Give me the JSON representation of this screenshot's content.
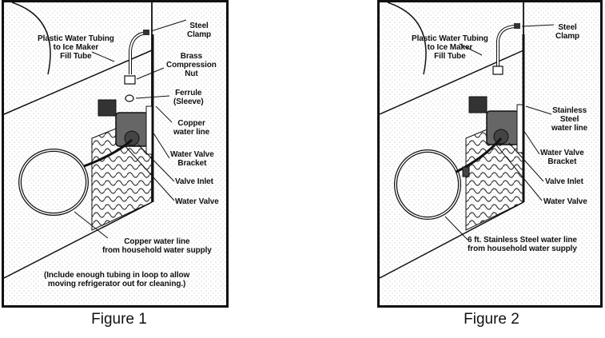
{
  "figure1": {
    "caption": "Figure 1",
    "labels": {
      "plastic_tubing": "Plastic Water Tubing\nto Ice Maker\nFill Tube",
      "steel_clamp": "Steel\nClamp",
      "brass_nut": "Brass\nCompression\nNut",
      "ferrule": "Ferrule\n(Sleeve)",
      "copper_line": "Copper\nwater line",
      "valve_bracket": "Water Valve\nBracket",
      "valve_inlet": "Valve Inlet",
      "water_valve": "Water Valve",
      "copper_supply": "Copper water line\nfrom household water supply",
      "note": "(Include enough tubing in loop to allow\nmoving refrigerator out for cleaning.)"
    }
  },
  "figure2": {
    "caption": "Figure 2",
    "labels": {
      "plastic_tubing": "Plastic Water Tubing\nto Ice Maker\nFill Tube",
      "steel_clamp": "Steel\nClamp",
      "stainless_line": "Stainless\nSteel\nwater line",
      "valve_bracket": "Water Valve\nBracket",
      "valve_inlet": "Valve Inlet",
      "water_valve": "Water Valve",
      "stainless_supply": "6 ft. Stainless Steel water line\nfrom household water supply"
    }
  }
}
